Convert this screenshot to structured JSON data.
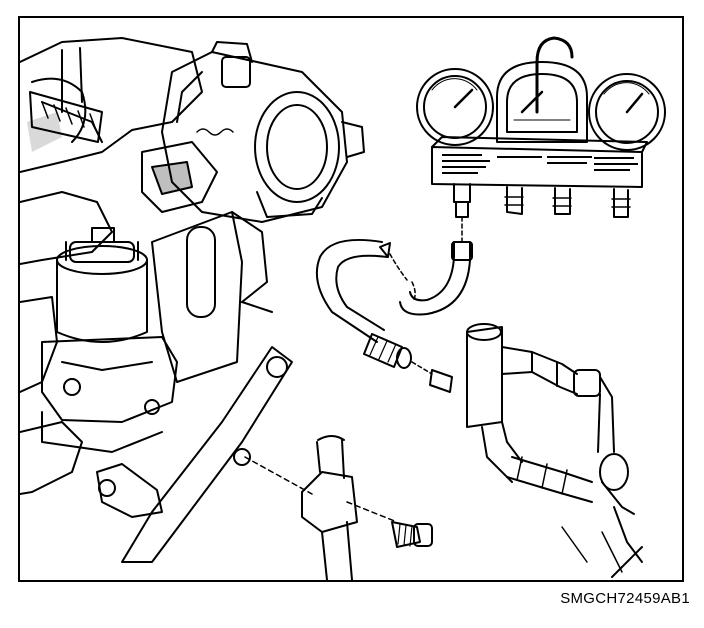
{
  "figure": {
    "reference_code": "SMGCH72459AB1",
    "colors": {
      "ink": "#000000",
      "paper": "#ffffff"
    }
  },
  "gauge_set": {
    "gauges": [
      "low-pressure-gauge",
      "vacuum-gauge",
      "pressure-gauge"
    ],
    "manifold_ports": 4
  }
}
